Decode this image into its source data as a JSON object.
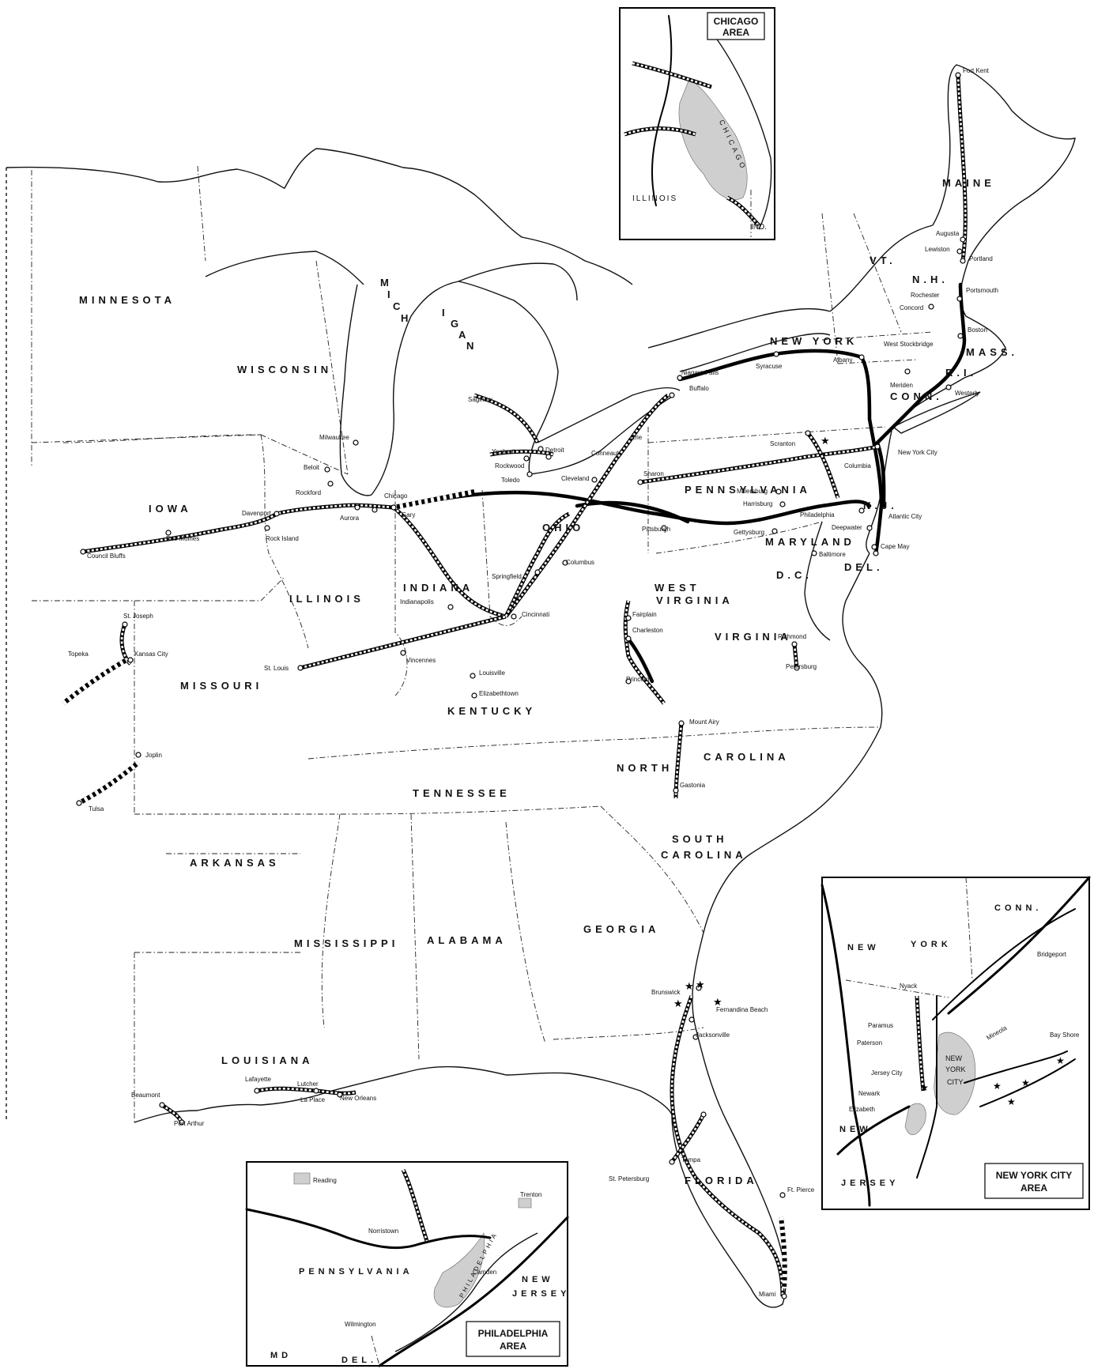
{
  "states": {
    "minnesota": "MINNESOTA",
    "wisconsin": "WISCONSIN",
    "michigan_1": "M",
    "michigan_2": "I",
    "michigan_3": "C",
    "michigan_4": "H",
    "michigan_5": "I",
    "michigan_6": "G",
    "michigan_7": "A",
    "michigan_8": "N",
    "iowa": "IOWA",
    "illinois": "ILLINOIS",
    "indiana": "INDIANA",
    "ohio": "OHIO",
    "missouri": "MISSOURI",
    "kentucky": "KENTUCKY",
    "tennessee": "TENNESSEE",
    "arkansas": "ARKANSAS",
    "mississippi": "MISSISSIPPI",
    "alabama": "ALABAMA",
    "georgia": "GEORGIA",
    "louisiana": "LOUISIANA",
    "florida": "FLORIDA",
    "south_carolina_1": "SOUTH",
    "south_carolina_2": "CAROLINA",
    "north_carolina_1": "NORTH",
    "north_carolina_2": "CAROLINA",
    "virginia": "VIRGINIA",
    "west_virginia_1": "WEST",
    "west_virginia_2": "VIRGINIA",
    "pennsylvania": "PENNSYLVANIA",
    "new_york": "NEW YORK",
    "maine": "MAINE",
    "vermont": "VT.",
    "new_hampshire": "N.H.",
    "massachusetts": "MASS.",
    "connecticut": "CONN.",
    "rhode_island": "R.I.",
    "new_jersey": "N.J.",
    "delaware": "DEL.",
    "maryland": "MARYLAND",
    "dc": "D.C."
  },
  "cities": {
    "fort_kent": "Fort Kent",
    "augusta": "Augusta",
    "lewiston": "Lewiston",
    "portland": "Portland",
    "portsmouth": "Portsmouth",
    "rochester_nh": "Rochester",
    "concord": "Concord",
    "boston": "Boston",
    "west_stockbridge": "West Stockbridge",
    "albany": "Albany",
    "syracuse": "Syracuse",
    "niagara_falls": "Niagara Falls",
    "buffalo": "Buffalo",
    "meriden": "Meriden",
    "westerly": "Westerly",
    "new_york_city": "New York City",
    "scranton": "Scranton",
    "columbia": "Columbia",
    "sharon": "Sharon",
    "erie": "Erie",
    "conneaut": "Conneaut",
    "millersburg": "Millersburg",
    "harrisburg": "Harrisburg",
    "philadelphia": "Philadelphia",
    "deepwater": "Deepwater",
    "atlantic_city": "Atlantic City",
    "cape_may": "Cape May",
    "gettysburg": "Gettysburg",
    "baltimore": "Baltimore",
    "pittsburgh": "Pittsburgh",
    "cleveland": "Cleveland",
    "toledo": "Toledo",
    "detroit": "Detroit",
    "ypsilanti": "Ypsilanti",
    "rockwood": "Rockwood",
    "saginaw": "Saginaw",
    "columbus": "Columbus",
    "springfield": "Springfield",
    "cincinnati": "Cincinnati",
    "indianapolis": "Indianapolis",
    "vincennes": "Vincennes",
    "louisville": "Louisville",
    "elizabethtown": "Elizabethtown",
    "chicago": "Chicago",
    "gary": "Gary",
    "aurora": "Aurora",
    "rockford": "Rockford",
    "beloit": "Beloit",
    "milwaukee": "Milwaukee",
    "davenport": "Davenport",
    "rock_island": "Rock Island",
    "des_moines": "Des Moines",
    "council_bluffs": "Council Bluffs",
    "st_joseph": "St. Joseph",
    "kansas_city": "Kansas City",
    "topeka": "Topeka",
    "st_louis": "St. Louis",
    "joplin": "Joplin",
    "tulsa": "Tulsa",
    "fairplain": "Fairplain",
    "charleston": "Charleston",
    "princeton": "Princeton",
    "mount_airy": "Mount Airy",
    "gastonia": "Gastonia",
    "richmond": "Richmond",
    "petersburg": "Petersburg",
    "brunswick": "Brunswick",
    "fernandina_beach": "Fernandina Beach",
    "jacksonville": "Jacksonville",
    "tampa": "Tampa",
    "st_petersburg": "St. Petersburg",
    "ft_pierce": "Ft. Pierce",
    "miami": "Miami",
    "lafayette": "Lafayette",
    "lutcher": "Lutcher",
    "la_place": "La Place",
    "new_orleans": "New Orleans",
    "beaumont": "Beaumont",
    "port_arthur": "Port Arthur"
  },
  "insets": {
    "chicago": {
      "title_1": "CHICAGO",
      "title_2": "AREA",
      "state_1": "ILLINOIS",
      "state_2": "IND.",
      "urban": "CHICAGO"
    },
    "new_york": {
      "title_1": "NEW YORK CITY",
      "title_2": "AREA",
      "conn": "CONN.",
      "new": "NEW",
      "york": "YORK",
      "nj_1": "NEW",
      "nj_2": "JERSEY",
      "bridgeport": "Bridgeport",
      "nyack": "Nyack",
      "paramus": "Paramus",
      "paterson": "Paterson",
      "jersey_city": "Jersey City",
      "newark": "Newark",
      "elizabeth": "Elizabeth",
      "mineola": "Mineola",
      "bay_shore": "Bay Shore",
      "urban_1": "NEW",
      "urban_2": "YORK",
      "urban_3": "CITY"
    },
    "philadelphia": {
      "title_1": "PHILADELPHIA",
      "title_2": "AREA",
      "reading": "Reading",
      "trenton": "Trenton",
      "norristown": "Norristown",
      "pennsylvania": "PENNSYLVANIA",
      "nj_1": "NEW",
      "nj_2": "JERSEY",
      "camden": "Camden",
      "wilmington": "Wilmington",
      "md": "MD",
      "del": "DEL.",
      "urban": "PHILADELPHIA"
    }
  }
}
